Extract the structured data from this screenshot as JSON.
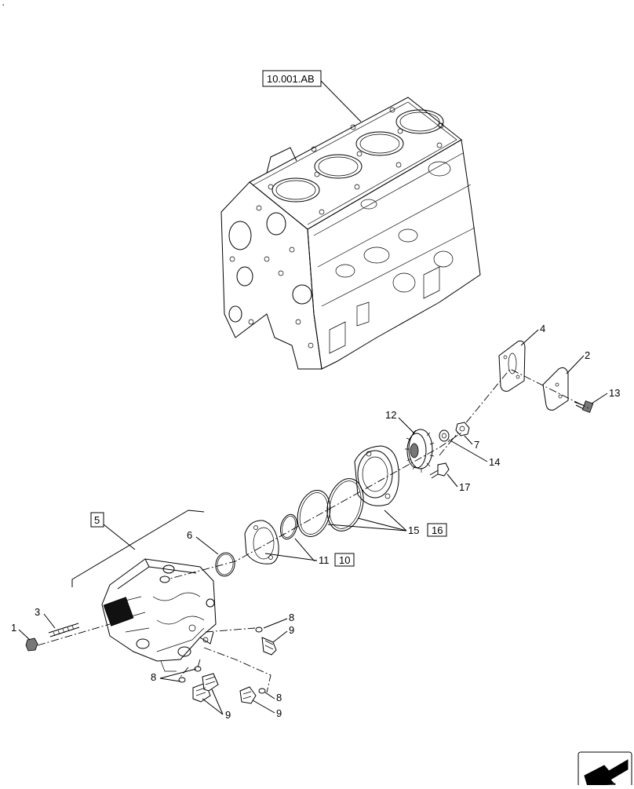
{
  "diagram": {
    "corner_mark": "·",
    "references": [
      {
        "id": "ref-engine-block",
        "label": "10.001.AB"
      }
    ],
    "callouts": [
      {
        "id": "c1",
        "label": "1"
      },
      {
        "id": "c2",
        "label": "2"
      },
      {
        "id": "c3",
        "label": "3"
      },
      {
        "id": "c4",
        "label": "4"
      },
      {
        "id": "c5",
        "label": "5",
        "boxed": true
      },
      {
        "id": "c6",
        "label": "6"
      },
      {
        "id": "c7",
        "label": "7"
      },
      {
        "id": "c8a",
        "label": "8"
      },
      {
        "id": "c8b",
        "label": "8"
      },
      {
        "id": "c8c",
        "label": "8"
      },
      {
        "id": "c9a",
        "label": "9"
      },
      {
        "id": "c9b",
        "label": "9"
      },
      {
        "id": "c9c",
        "label": "9"
      },
      {
        "id": "c10",
        "label": "10",
        "boxed": true
      },
      {
        "id": "c11",
        "label": "11"
      },
      {
        "id": "c12",
        "label": "12"
      },
      {
        "id": "c13",
        "label": "13"
      },
      {
        "id": "c14",
        "label": "14"
      },
      {
        "id": "c15",
        "label": "15",
        "boxed": true
      },
      {
        "id": "c16",
        "label": "16"
      },
      {
        "id": "c17",
        "label": "17"
      }
    ],
    "nav": {
      "icon": "navigation-arrow-icon"
    }
  }
}
